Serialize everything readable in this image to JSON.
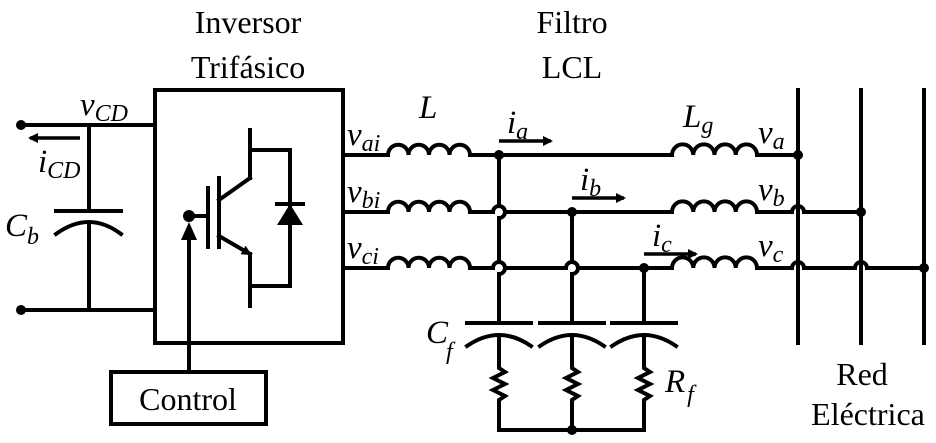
{
  "titles": {
    "inverter_line1": "Inversor",
    "inverter_line2": "Trifásico",
    "filter_line1": "Filtro",
    "filter_line2": "LCL",
    "grid_line1": "Red",
    "grid_line2": "Eléctrica",
    "control": "Control"
  },
  "dc_side": {
    "voltage": {
      "main": "v",
      "sub": "CD"
    },
    "current": {
      "main": "i",
      "sub": "CD"
    },
    "capacitor": {
      "main": "C",
      "sub": "b"
    }
  },
  "inverter_outputs": [
    {
      "main": "v",
      "sub": "ai"
    },
    {
      "main": "v",
      "sub": "bi"
    },
    {
      "main": "v",
      "sub": "ci"
    }
  ],
  "filter": {
    "inverter_inductor": {
      "main": "L",
      "sub": ""
    },
    "grid_inductor": {
      "main": "L",
      "sub": "g"
    },
    "capacitor": {
      "main": "C",
      "sub": "f"
    },
    "resistor": {
      "main": "R",
      "sub": "f"
    }
  },
  "phase_currents": [
    {
      "main": "i",
      "sub": "a"
    },
    {
      "main": "i",
      "sub": "b"
    },
    {
      "main": "i",
      "sub": "c"
    }
  ],
  "grid_voltages": [
    {
      "main": "v",
      "sub": "a"
    },
    {
      "main": "v",
      "sub": "b"
    },
    {
      "main": "v",
      "sub": "c"
    }
  ]
}
